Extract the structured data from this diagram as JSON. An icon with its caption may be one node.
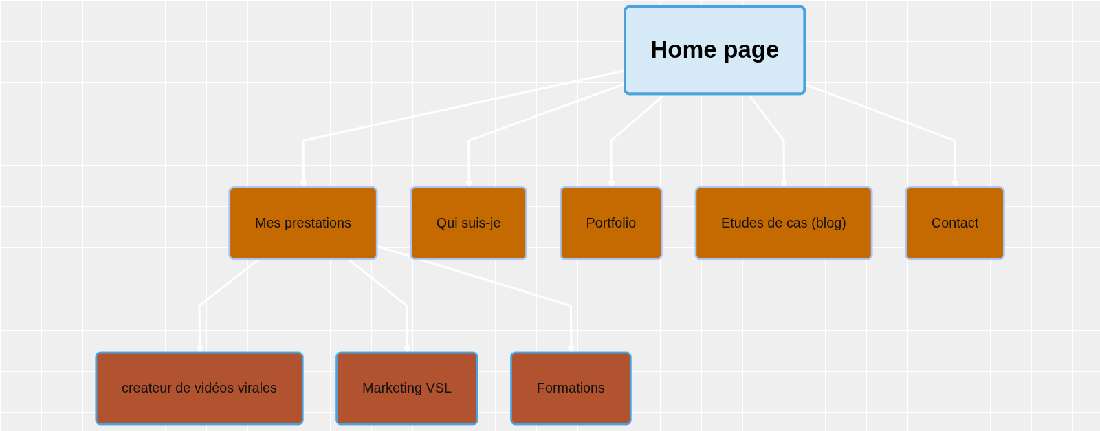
{
  "diagram": {
    "nodes": [
      {
        "text": [
          "Home page"
        ]
      },
      {
        "text": [
          "Mes prestations"
        ]
      },
      {
        "text": [
          "Qui suis-je"
        ]
      },
      {
        "text": [
          "Portfolio"
        ]
      },
      {
        "text": [
          "Etudes de cas (blog)"
        ]
      },
      {
        "text": [
          "Contact"
        ]
      },
      {
        "text": [
          "createur de vidéos virales"
        ]
      },
      {
        "text": [
          "Marketing VSL"
        ]
      },
      {
        "text": [
          "Formations"
        ]
      }
    ],
    "edges": [
      {
        "from": 0,
        "to": 1,
        "arrow": "to"
      },
      {
        "from": 0,
        "to": 2,
        "arrow": "to"
      },
      {
        "from": 0,
        "to": 3,
        "arrow": "to"
      },
      {
        "from": 0,
        "to": 4,
        "arrow": "to"
      },
      {
        "from": 0,
        "to": 5,
        "arrow": "to"
      },
      {
        "from": 1,
        "to": 6,
        "arrow": "to"
      },
      {
        "from": 1,
        "to": 7,
        "arrow": "to"
      },
      {
        "from": 1,
        "to": 8,
        "arrow": "to"
      }
    ]
  }
}
